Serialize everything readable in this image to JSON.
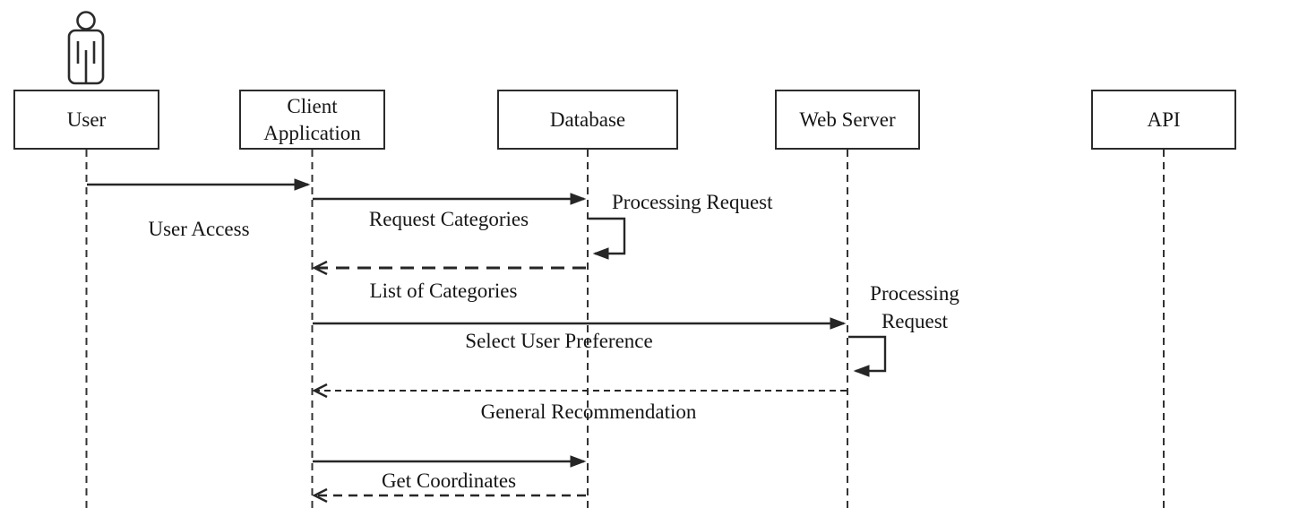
{
  "diagram": {
    "type": "uml-sequence-diagram",
    "colors": {
      "background": "#ffffff",
      "line": "#262626",
      "text": "#151515"
    },
    "icons": {
      "user_actor": "person-outline-icon"
    },
    "participants": [
      {
        "id": "user",
        "label": "User",
        "has_actor_icon": true
      },
      {
        "id": "client-application",
        "label": "Client Application",
        "has_actor_icon": false
      },
      {
        "id": "database",
        "label": "Database",
        "has_actor_icon": false
      },
      {
        "id": "web-server",
        "label": "Web Server",
        "has_actor_icon": false
      },
      {
        "id": "api",
        "label": "API",
        "has_actor_icon": false
      }
    ],
    "messages": [
      {
        "label": "User Access",
        "from": "User",
        "to": "Client Application",
        "style": "solid-arrow"
      },
      {
        "label": "Request Categories",
        "from": "Client Application",
        "to": "Database",
        "style": "solid-arrow"
      },
      {
        "label": "Processing Request",
        "from": "Database",
        "to": "Database",
        "style": "self-loop"
      },
      {
        "label": "List of Categories",
        "from": "Database",
        "to": "Client Application",
        "style": "dashed-return"
      },
      {
        "label": "Select User Preference",
        "from": "Client Application",
        "to": "Web Server",
        "style": "solid-arrow"
      },
      {
        "label": "Processing Request",
        "from": "Web Server",
        "to": "Web Server",
        "style": "self-loop"
      },
      {
        "label": "General Recommendation",
        "from": "Web Server",
        "to": "Client Application",
        "style": "dashed-return"
      },
      {
        "label": "Get Coordinates",
        "from": "Client Application",
        "to": "Database",
        "style": "solid-arrow"
      },
      {
        "label": "",
        "from": "Database",
        "to": "Client Application",
        "style": "dashed-return"
      }
    ]
  }
}
